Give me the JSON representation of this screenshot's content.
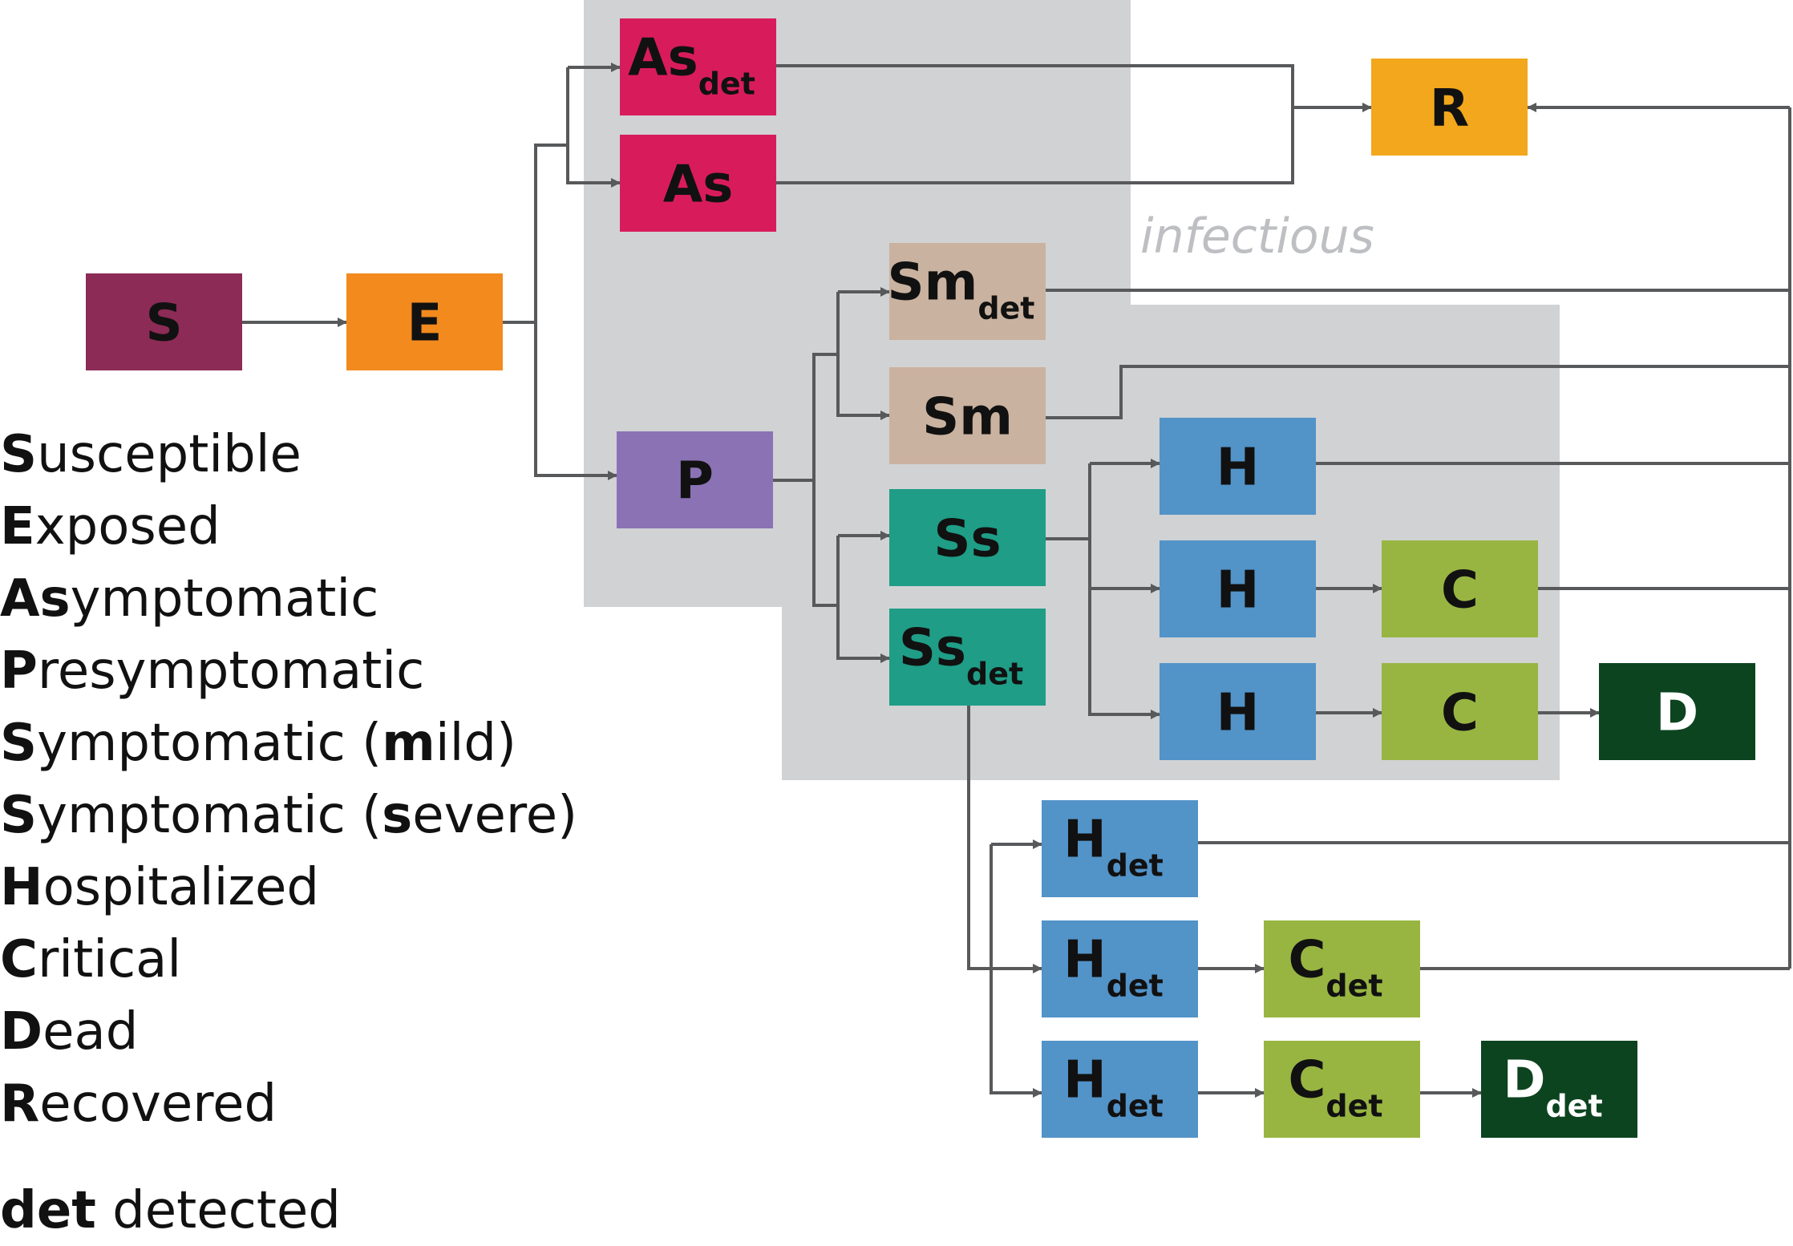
{
  "colors": {
    "S": "#8c2b55",
    "E": "#f28a1e",
    "As": "#d81c5b",
    "R": "#f2a71c",
    "P": "#8a72b5",
    "Sm": "#c9b29f",
    "Ss": "#1f9d86",
    "H": "#5293c8",
    "C": "#98b542",
    "D": "#0c4420",
    "region": "#d1d2d4",
    "region_label": "#bdbfc2",
    "arrow": "#58595b",
    "text_dark": "#111111",
    "text_light": "#ffffff"
  },
  "infectious_label": "infectious",
  "nodes": [
    {
      "id": "S",
      "main": "S",
      "sub": "",
      "color": "S",
      "text": "dark"
    },
    {
      "id": "E",
      "main": "E",
      "sub": "",
      "color": "E",
      "text": "dark"
    },
    {
      "id": "As_det",
      "main": "As",
      "sub": "det",
      "color": "As",
      "text": "dark"
    },
    {
      "id": "As",
      "main": "As",
      "sub": "",
      "color": "As",
      "text": "dark"
    },
    {
      "id": "R",
      "main": "R",
      "sub": "",
      "color": "R",
      "text": "dark"
    },
    {
      "id": "P",
      "main": "P",
      "sub": "",
      "color": "P",
      "text": "dark"
    },
    {
      "id": "Sm_det",
      "main": "Sm",
      "sub": "det",
      "color": "Sm",
      "text": "dark"
    },
    {
      "id": "Sm",
      "main": "Sm",
      "sub": "",
      "color": "Sm",
      "text": "dark"
    },
    {
      "id": "Ss",
      "main": "Ss",
      "sub": "",
      "color": "Ss",
      "text": "dark"
    },
    {
      "id": "Ss_det",
      "main": "Ss",
      "sub": "det",
      "color": "Ss",
      "text": "dark"
    },
    {
      "id": "H1",
      "main": "H",
      "sub": "",
      "color": "H",
      "text": "dark"
    },
    {
      "id": "H2",
      "main": "H",
      "sub": "",
      "color": "H",
      "text": "dark"
    },
    {
      "id": "H3",
      "main": "H",
      "sub": "",
      "color": "H",
      "text": "dark"
    },
    {
      "id": "C2",
      "main": "C",
      "sub": "",
      "color": "C",
      "text": "dark"
    },
    {
      "id": "C3",
      "main": "C",
      "sub": "",
      "color": "C",
      "text": "dark"
    },
    {
      "id": "D3",
      "main": "D",
      "sub": "",
      "color": "D",
      "text": "light"
    },
    {
      "id": "Hdet1",
      "main": "H",
      "sub": "det",
      "color": "H",
      "text": "dark"
    },
    {
      "id": "Hdet2",
      "main": "H",
      "sub": "det",
      "color": "H",
      "text": "dark"
    },
    {
      "id": "Hdet3",
      "main": "H",
      "sub": "det",
      "color": "H",
      "text": "dark"
    },
    {
      "id": "Cdet2",
      "main": "C",
      "sub": "det",
      "color": "C",
      "text": "dark"
    },
    {
      "id": "Cdet3",
      "main": "C",
      "sub": "det",
      "color": "C",
      "text": "dark"
    },
    {
      "id": "Ddet3",
      "main": "D",
      "sub": "det",
      "color": "D",
      "text": "light"
    }
  ],
  "legend": [
    {
      "bold": "S",
      "rest": "usceptible",
      "bold2": "",
      "rest2": ""
    },
    {
      "bold": "E",
      "rest": "xposed",
      "bold2": "",
      "rest2": ""
    },
    {
      "bold": "As",
      "rest": "ymptomatic",
      "bold2": "",
      "rest2": ""
    },
    {
      "bold": "P",
      "rest": "resymptomatic",
      "bold2": "",
      "rest2": ""
    },
    {
      "bold": "S",
      "rest": "ymptomatic (",
      "bold2": "m",
      "rest2": "ild)"
    },
    {
      "bold": "S",
      "rest": "ymptomatic (",
      "bold2": "s",
      "rest2": "evere)"
    },
    {
      "bold": "H",
      "rest": "ospitalized",
      "bold2": "",
      "rest2": ""
    },
    {
      "bold": "C",
      "rest": "ritical",
      "bold2": "",
      "rest2": ""
    },
    {
      "bold": "D",
      "rest": "ead",
      "bold2": "",
      "rest2": ""
    },
    {
      "bold": "R",
      "rest": "ecovered",
      "bold2": "",
      "rest2": ""
    }
  ],
  "det_note": {
    "bold": "det",
    "rest": " detected"
  }
}
